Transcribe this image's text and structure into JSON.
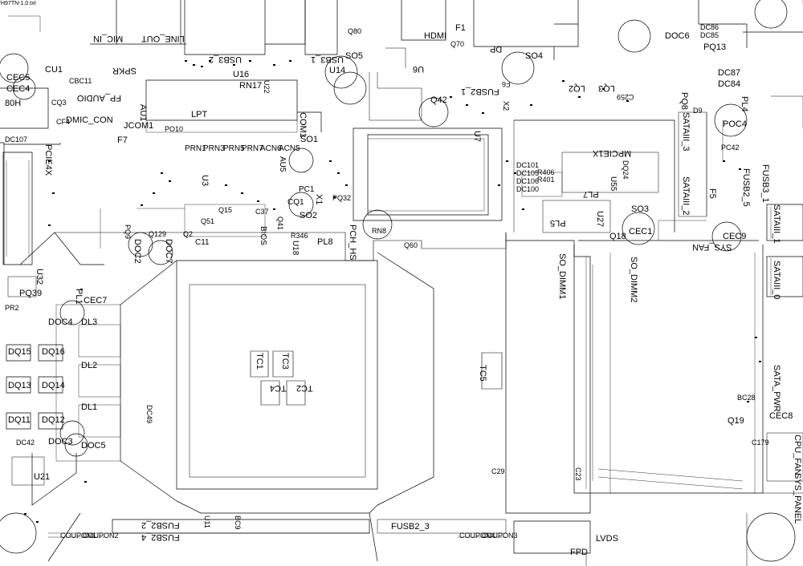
{
  "file_title": "H97TN-1.0.txt",
  "labels": {
    "CEC5": "CEC5",
    "CEC4": "CEC4",
    "H80": "80H",
    "CU1": "CU1",
    "CBC11": "CBC11",
    "CQ3": "CQ3",
    "CF4": "CF4",
    "DMIC_CON": "DMIC_CON",
    "FP_AUDIO": "FP_AUDIO",
    "SPKR": "SPKR",
    "AU1": "AU1",
    "JCOM1": "JCOM1",
    "PO10": "PO10",
    "F7": "F7",
    "LINE_OUT": "LINE_OUT",
    "MIC_IN": "MIC_IN",
    "USB3_2": "USB3_2",
    "RN17": "RN17",
    "U16": "U16",
    "U22": "U22",
    "USB3_1": "USB3_1",
    "U14": "U14",
    "LPT": "LPT",
    "COM1": "COM1",
    "SO1": "SO1",
    "PRN1": "PRN1",
    "PRN3": "PRN3",
    "PRN5": "PRN5",
    "PRN7": "PRN7",
    "ACN6": "ACN6",
    "ACN5": "ACN5",
    "AU5": "AU5",
    "U3": "U3",
    "DC107": "DC107",
    "PCIE4X": "PCIE4X",
    "PC1": "PC1",
    "X1": "X1",
    "PQ32": "PQ32",
    "CQ1": "CQ1",
    "SO2": "SO2",
    "Q15": "Q15",
    "Q41": "Q41",
    "BIOS": "BIOS",
    "R346": "R346",
    "PL8": "PL8",
    "U18": "U18",
    "PCH_HS": "PCH_HS",
    "RN8": "RN8",
    "Q60": "Q60",
    "Q129": "Q129",
    "Q2": "Q2",
    "C11": "C11",
    "DOC2": "DOC2",
    "DOC7": "DOC7",
    "PQ9": "PQ9",
    "Q51": "Q51",
    "C37": "C37",
    "HDMI": "HDMI",
    "Q80": "Q80",
    "F1": "F1",
    "Q70": "Q70",
    "SO5": "SO5",
    "U6": "U6",
    "DP": "DP",
    "SO4": "SO4",
    "FUSB2_1": "FUSB2_1",
    "Q42": "Q42",
    "LQ3": "LQ3",
    "LQ2": "LQ2",
    "C259": "C259",
    "F6": "F6",
    "X2": "X2",
    "U7": "U7",
    "DOC6": "DOC6",
    "DC86": "DC86",
    "DC85": "DC85",
    "PQ13": "PQ13",
    "DC87": "DC87",
    "DC84": "DC84",
    "PQ8": "PQ8",
    "PL4": "PL4",
    "D9": "D9",
    "POC4": "POC4",
    "PC42": "PC42",
    "SATAIII_3": "SATAIII_3",
    "SATAIII_2": "SATAIII_2",
    "FUSB2_5": "FUSB2_5",
    "FUSB3_1": "FUSB3_1",
    "F5": "F5",
    "SATAIII_1": "SATAIII_1",
    "CEC9": "CEC9",
    "SYS_FAN": "SYS_FAN",
    "MPCIE1X": "MPCIE1X",
    "R406": "R406",
    "R401": "R401",
    "DC101": "DC101",
    "DC105": "DC105",
    "DC106": "DC106",
    "DC100": "DC100",
    "PL7": "PL7",
    "U55": "U55",
    "DQ24": "DQ24",
    "PL5": "PL5",
    "U27": "U27",
    "SO3": "SO3",
    "Q18": "Q18",
    "CEC1": "CEC1",
    "SATAIII_0": "SATAIII_0",
    "SO_DIMM1": "SO_DIMM1",
    "SO_DIMM2": "SO_DIMM2",
    "U32": "U32",
    "PQ39": "PQ39",
    "PL1": "PL1",
    "CEC7": "CEC7",
    "DOC4": "DOC4",
    "DL3": "DL3",
    "DQ15": "DQ15",
    "DQ16": "DQ16",
    "DL2": "DL2",
    "DQ13": "DQ13",
    "DQ14": "DQ14",
    "DQ11": "DQ11",
    "DQ12": "DQ12",
    "DL1": "DL1",
    "DOC3": "DOC3",
    "DOC5": "DOC5",
    "U21": "U21",
    "TC1": "TC1",
    "TC3": "TC3",
    "TC4": "TC4",
    "TC2": "TC2",
    "TC5": "TC5",
    "C29": "C29",
    "C23": "C23",
    "SATA_PWR": "SATA_PWR",
    "BC28": "BC28",
    "CEC8": "CEC8",
    "Q19": "Q19",
    "C179": "C179",
    "CPU_FAN": "CPU_FAN",
    "SYS_PANEL": "SYS_PANEL",
    "FUSB2_2": "FUSB2_2",
    "FUSB2_4": "FUSB2_4",
    "FUSB2_3": "FUSB2_3",
    "FPD": "FPD",
    "LVDS": "LVDS",
    "U11": "U11",
    "BC9": "BC9",
    "COUPON1": "COUPON1",
    "COUPON2": "COUPON2",
    "COUPON4": "COUPON4",
    "COUPON3": "COUPON3",
    "PR2": "PR2",
    "DC49": "DC49",
    "DC42": "DC42"
  }
}
